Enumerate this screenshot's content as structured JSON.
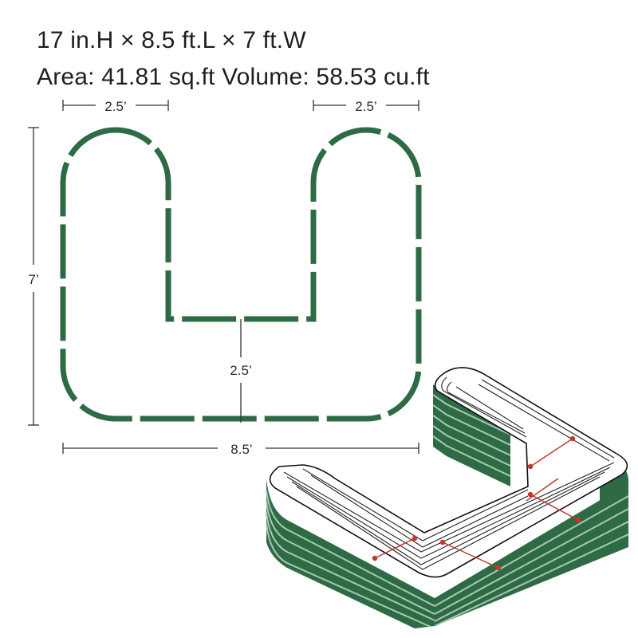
{
  "heading": {
    "dimensions": "17 in.H × 8.5 ft.L × 7 ft.W",
    "area_volume": "Area: 41.81 sq.ft Volume: 58.53 cu.ft"
  },
  "dimensions": {
    "left_arm_width": "2.5’",
    "right_arm_width": "2.5’",
    "height": "7’",
    "base_depth": "2.5’",
    "total_length": "8.5’"
  },
  "colors": {
    "bed_green": "#2e6b45",
    "dimension_line": "#333333",
    "connector_red": "#c0392b"
  }
}
